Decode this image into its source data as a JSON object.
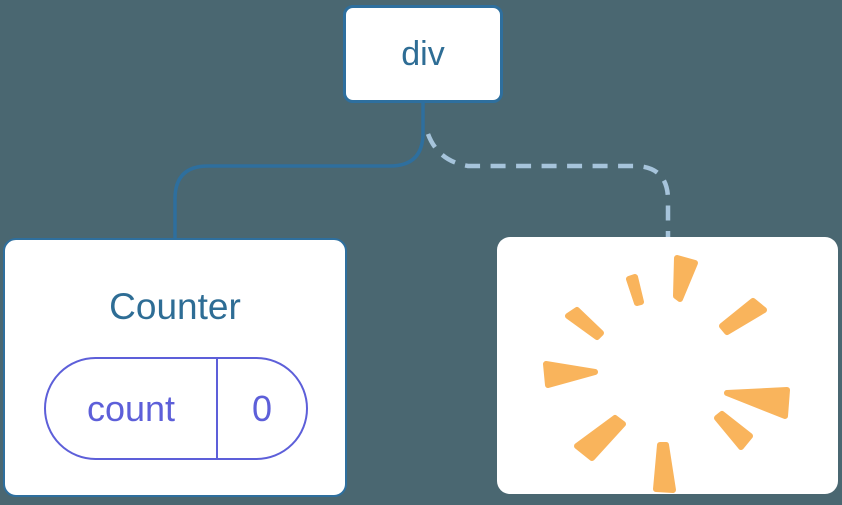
{
  "colors": {
    "bg": "#4A6771",
    "card-bg": "#FFFFFF",
    "node-border": "#2E6F9E",
    "node-text": "#2E6D95",
    "line-solid": "#2E6F9E",
    "line-dashed": "#A6C4DB",
    "pill": "#5D5FD9",
    "burst": "#F9B45C"
  },
  "tree": {
    "root": {
      "label": "div"
    },
    "edges": [
      {
        "name": "root-to-counter",
        "style": "solid"
      },
      {
        "name": "root-to-removed",
        "style": "dashed"
      }
    ],
    "counter": {
      "title": "Counter",
      "state_pill": {
        "key": "count",
        "value": "0"
      }
    },
    "removed": {
      "icon": "poof-starburst-icon"
    }
  }
}
